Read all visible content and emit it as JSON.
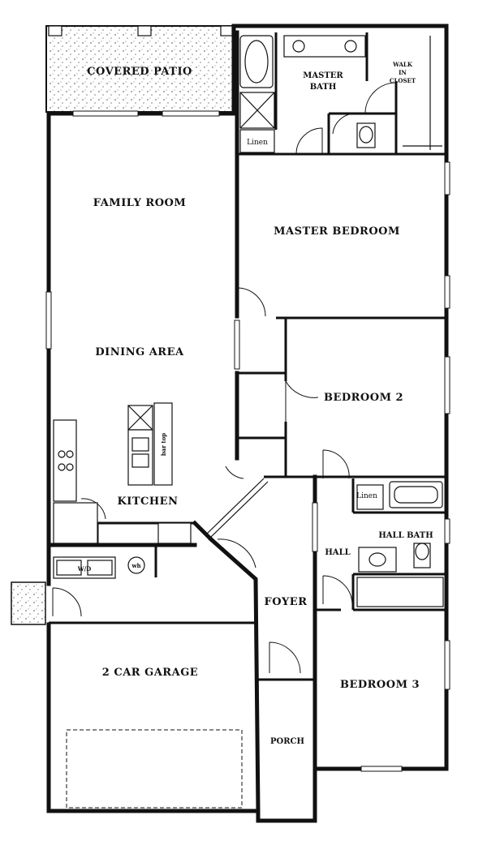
{
  "rooms": {
    "covered_patio": "COVERED PATIO",
    "master_bath_line1": "MASTER",
    "master_bath_line2": "BATH",
    "walk_in_closet_line1": "WALK",
    "walk_in_closet_line2": "IN",
    "walk_in_closet_line3": "CLOSET",
    "linen_master": "Linen",
    "family_room": "FAMILY ROOM",
    "master_bedroom": "MASTER  BEDROOM",
    "dining_area": "DINING AREA",
    "bedroom_2": "BEDROOM  2",
    "bar_top": "bar top",
    "kitchen": "KITCHEN",
    "linen_hall": "Linen",
    "hall_bath": "HALL BATH",
    "hall": "HALL",
    "washer_dryer": "W/D",
    "water_heater": "wh",
    "foyer": "FOYER",
    "garage": "2 CAR GARAGE",
    "bedroom_3": "BEDROOM  3",
    "porch": "PORCH"
  }
}
